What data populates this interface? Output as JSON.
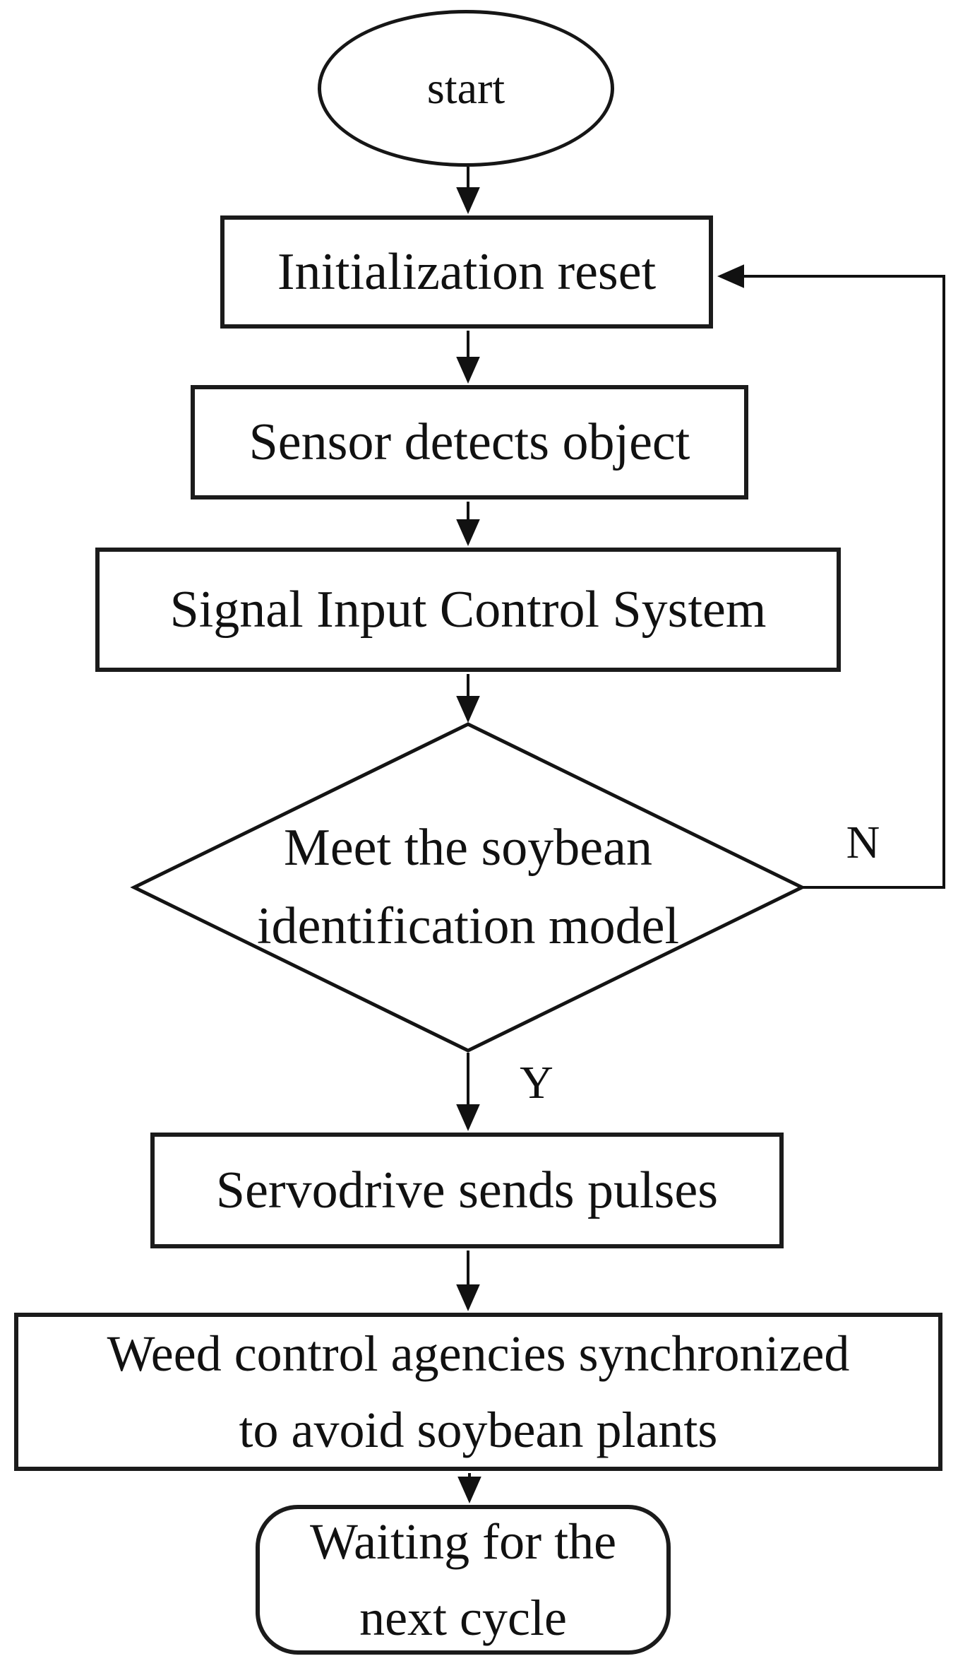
{
  "figure": {
    "kind": "flowchart",
    "background_color": "#ffffff",
    "stroke_color": "#111111",
    "text_color": "#111111"
  },
  "flowchart": {
    "nodes": [
      {
        "id": "start",
        "shape": "ellipse",
        "label": "start"
      },
      {
        "id": "init",
        "shape": "rectangle",
        "label": "Initialization reset"
      },
      {
        "id": "sensor",
        "shape": "rectangle",
        "label": "Sensor detects object"
      },
      {
        "id": "signal",
        "shape": "rectangle",
        "label": "Signal Input Control System"
      },
      {
        "id": "decision",
        "shape": "diamond",
        "label": "Meet the soybean identification model",
        "line1": "Meet the soybean",
        "line2": "identification model"
      },
      {
        "id": "servo",
        "shape": "rectangle",
        "label": "Servodrive sends pulses"
      },
      {
        "id": "weed",
        "shape": "rectangle",
        "label": "Weed control agencies synchronized to avoid soybean plants",
        "line1": "Weed control agencies synchronized",
        "line2": "to avoid soybean plants"
      },
      {
        "id": "wait",
        "shape": "rounded-rectangle",
        "label": "Waiting for the next cycle",
        "line1": "Waiting for the",
        "line2": "next cycle"
      }
    ],
    "edges": [
      {
        "from": "start",
        "to": "init",
        "label": ""
      },
      {
        "from": "init",
        "to": "sensor",
        "label": ""
      },
      {
        "from": "sensor",
        "to": "signal",
        "label": ""
      },
      {
        "from": "signal",
        "to": "decision",
        "label": ""
      },
      {
        "from": "decision",
        "to": "init",
        "label": "N",
        "route": "right-loop-back"
      },
      {
        "from": "decision",
        "to": "servo",
        "label": "Y"
      },
      {
        "from": "servo",
        "to": "weed",
        "label": ""
      },
      {
        "from": "weed",
        "to": "wait",
        "label": ""
      }
    ]
  }
}
